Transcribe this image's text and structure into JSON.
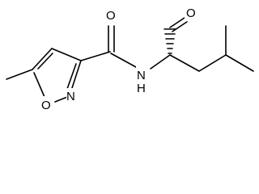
{
  "molecule": {
    "atoms": {
      "carbonyl_oxygen": "O",
      "aldehyde_oxygen": "O",
      "amide_nitrogen_label": "N",
      "amide_hydrogen_label": "H",
      "ring_nitrogen": "N",
      "ring_oxygen": "O"
    },
    "stereocenter": "hashed-wedge",
    "colors": {
      "bond": "#000000",
      "label": "#000000",
      "background": "#ffffff"
    }
  }
}
